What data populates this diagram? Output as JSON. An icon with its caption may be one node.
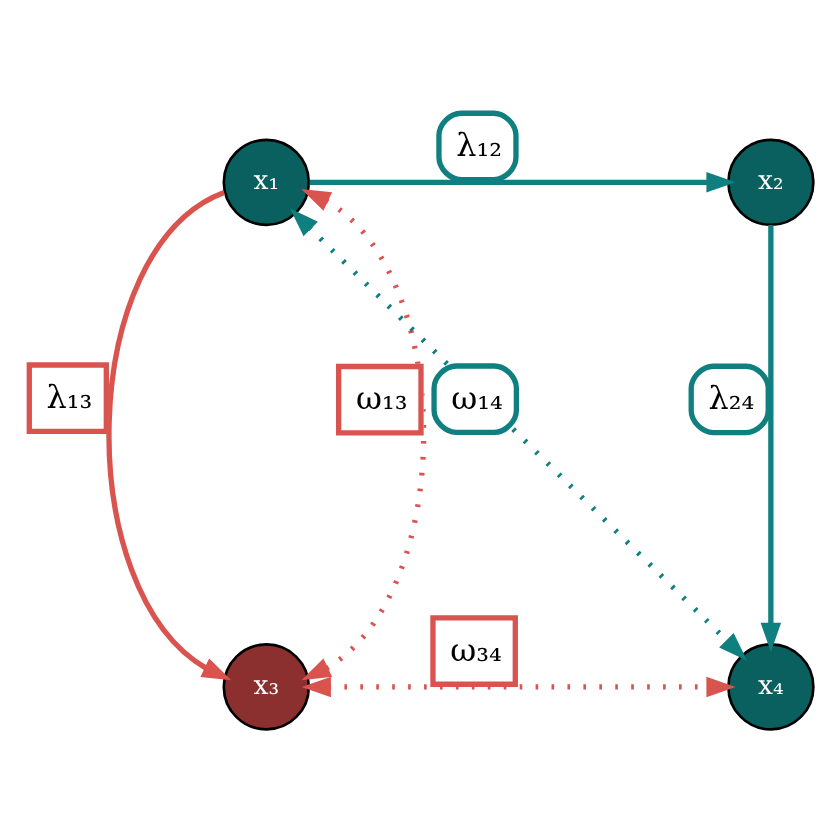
{
  "diagram": {
    "nodes": [
      {
        "text": [
          "x₁"
        ]
      },
      {
        "text": [
          "x₂"
        ]
      },
      {
        "text": [
          "x₃"
        ]
      },
      {
        "text": [
          "x₄"
        ]
      }
    ],
    "edges": [
      {
        "from": 0,
        "to": 1,
        "arrow": "to",
        "label": "λ₁₂"
      },
      {
        "from": 1,
        "to": 3,
        "arrow": "to",
        "label": "λ₂₄"
      },
      {
        "from": 0,
        "to": 2,
        "arrow": "to",
        "label": "λ₁₃",
        "color": "#d9534f"
      },
      {
        "from": 0,
        "to": 2,
        "arrow": "both",
        "label": "ω₁₃",
        "style": "dashed",
        "color": "#d9534f"
      },
      {
        "from": 0,
        "to": 3,
        "arrow": "both",
        "label": "ω₁₄",
        "style": "dashed"
      },
      {
        "from": 2,
        "to": 3,
        "arrow": "both",
        "label": "ω₃₄",
        "style": "dashed",
        "color": "#d9534f"
      }
    ]
  }
}
